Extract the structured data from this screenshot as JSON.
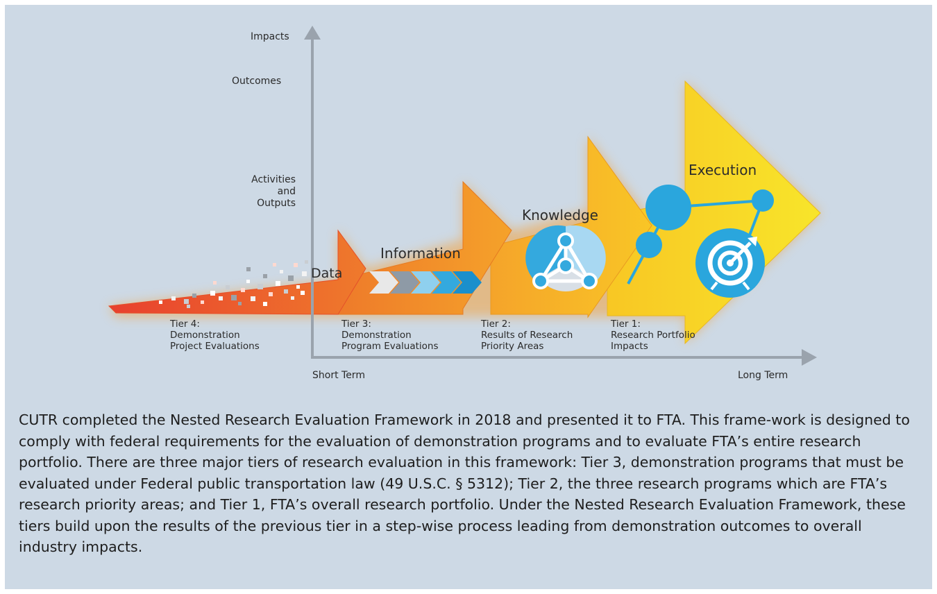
{
  "axes": {
    "y_levels": {
      "impacts": "Impacts",
      "outcomes": "Outcomes",
      "activities": "Activities\nand\nOutputs"
    },
    "x_start": "Short Term",
    "x_end": "Long Term"
  },
  "stages": {
    "data": "Data",
    "information": "Information",
    "knowledge": "Knowledge",
    "execution": "Execution"
  },
  "tiers": {
    "tier4": "Tier 4:\nDemonstration\nProject Evaluations",
    "tier3": "Tier 3:\nDemonstration\nProgram Evaluations",
    "tier2": "Tier 2:\nResults of Research\nPriority Areas",
    "tier1": "Tier 1:\nResearch Portfolio\nImpacts"
  },
  "caption": "CUTR completed the Nested Research Evaluation Framework in 2018 and presented it to FTA. This frame-work is designed to comply with federal requirements for the evaluation of demonstration programs and to evaluate FTA’s entire research portfolio. There are three major tiers of research evaluation in this framework: Tier 3, demonstration programs that must be evaluated under Federal public transportation law (49 U.S.C. § 5312); Tier 2, the three research programs which are FTA’s research priority areas; and Tier 1, FTA’s overall research portfolio. Under the Nested Research Evaluation Framework, these tiers build upon the results of the previous tier in a step-wise process leading from demonstration outcomes to overall industry impacts.",
  "colors": {
    "background": "#cdd9e5",
    "axis": "#9aa3ad",
    "arrow_red": "#e84a2c",
    "arrow_orange": "#f08a2a",
    "arrow_yellow": "#f9d21e",
    "icon_blue": "#29a8df"
  },
  "icons": [
    "chevron-sequence-icon",
    "network-triangle-icon",
    "network-nodes-icon",
    "target-icon"
  ]
}
